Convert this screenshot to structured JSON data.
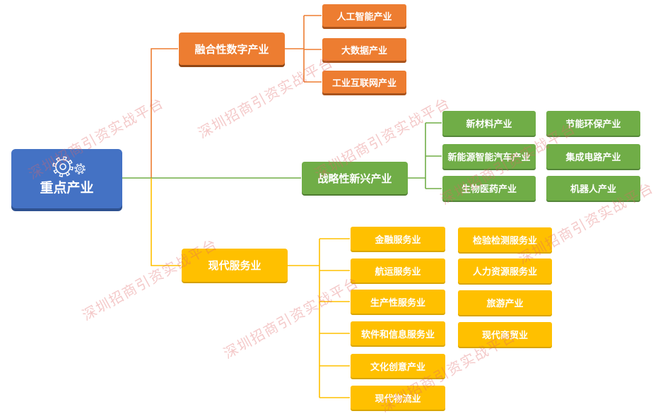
{
  "root": {
    "label": "重点产业",
    "icon": "gear-icon",
    "color": "#4472C4"
  },
  "branches": [
    {
      "label": "融合性数字产业",
      "color": "#ED7D31",
      "children": [
        "人工智能产业",
        "大数据产业",
        "工业互联网产业"
      ]
    },
    {
      "label": "战略性新兴产业",
      "color": "#70AD47",
      "children": [
        "新材料产业",
        "新能源智能汽车产业",
        "生物医药产业",
        "节能环保产业",
        "集成电路产业",
        "机器人产业"
      ]
    },
    {
      "label": "现代服务业",
      "color": "#FFC000",
      "children": [
        "金融服务业",
        "航运服务业",
        "生产性服务业",
        "软件和信息服务业",
        "文化创意产业",
        "现代物流业",
        "检验检测服务业",
        "人力资源服务业",
        "旅游产业",
        "现代商贸业"
      ]
    }
  ],
  "watermark": {
    "text": "深圳招商引资实战平台",
    "color": "#E06666"
  }
}
